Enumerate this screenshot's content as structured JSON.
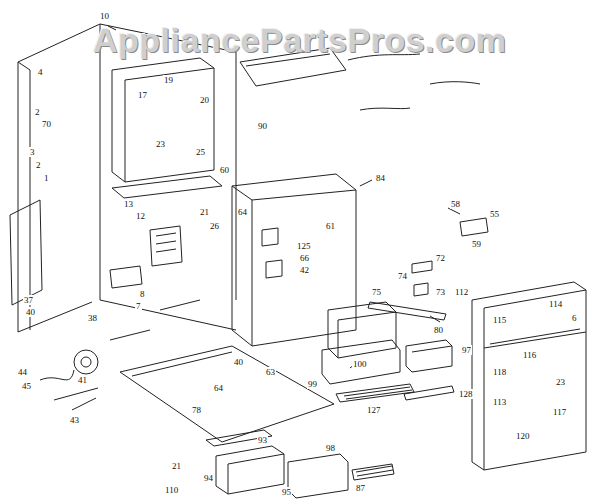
{
  "diagram": {
    "labels": [
      "AppliancePartsPros.com",
      "10",
      "4",
      "2",
      "70",
      "3",
      "2",
      "1",
      "13",
      "12",
      "17",
      "19",
      "20",
      "23",
      "25",
      "60",
      "21",
      "26",
      "64",
      "84",
      "58",
      "55",
      "59",
      "72",
      "74",
      "73",
      "75",
      "80",
      "66",
      "42",
      "125",
      "37",
      "40",
      "38",
      "41",
      "44",
      "45",
      "43",
      "8",
      "7",
      "40",
      "63",
      "64",
      "78",
      "21",
      "110",
      "94",
      "93",
      "95",
      "98",
      "87",
      "100",
      "99",
      "127",
      "128",
      "97",
      "112",
      "115",
      "114",
      "116",
      "118",
      "113",
      "23",
      "117",
      "120",
      "6",
      "61",
      "90"
    ]
  }
}
